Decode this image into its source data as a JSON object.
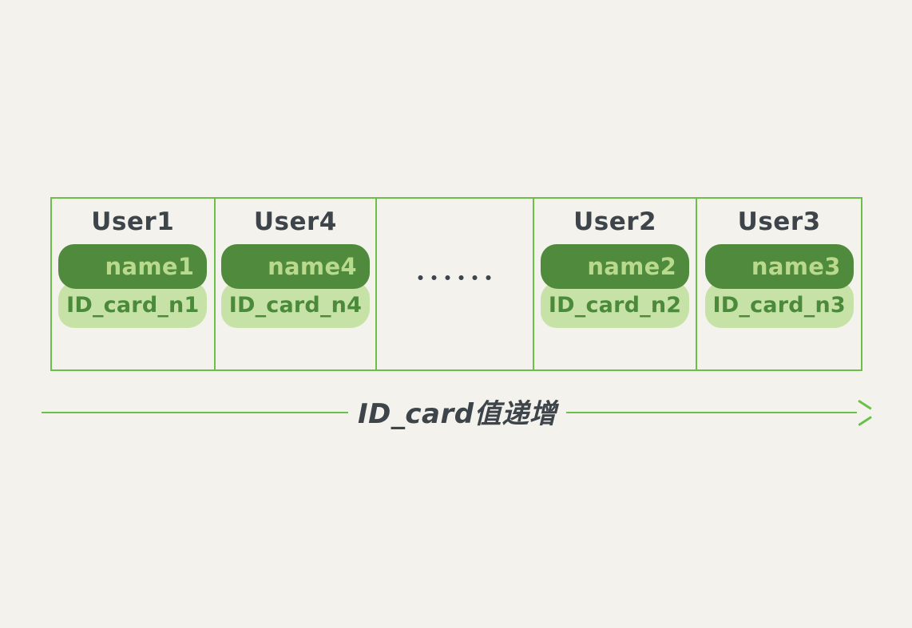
{
  "background_color": "#f4f2ed",
  "theme": {
    "border_green": "#6cc04a",
    "pill_dark_green": "#4f8a3d",
    "pill_dark_text": "#b9da8c",
    "pill_light_green": "#c7e2a6",
    "pill_light_text": "#4a8a3a",
    "label_gray": "#3d444a"
  },
  "diagram": {
    "type": "index-order-illustration",
    "cells": [
      {
        "id": "cell-1",
        "kind": "user",
        "user_label": "User1",
        "name_pill": "name1",
        "id_card_pill": "ID_card_n1"
      },
      {
        "id": "cell-2",
        "kind": "user",
        "user_label": "User4",
        "name_pill": "name4",
        "id_card_pill": "ID_card_n4"
      },
      {
        "id": "cell-3",
        "kind": "ellipsis",
        "ellipsis": "……",
        "dot_count": 6
      },
      {
        "id": "cell-4",
        "kind": "user",
        "user_label": "User2",
        "name_pill": "name2",
        "id_card_pill": "ID_card_n2"
      },
      {
        "id": "cell-5",
        "kind": "user",
        "user_label": "User3",
        "name_pill": "name3",
        "id_card_pill": "ID_card_n3"
      }
    ],
    "axis": {
      "caption": "ID_card值递增",
      "direction": "left-to-right",
      "arrowhead": "right"
    }
  }
}
